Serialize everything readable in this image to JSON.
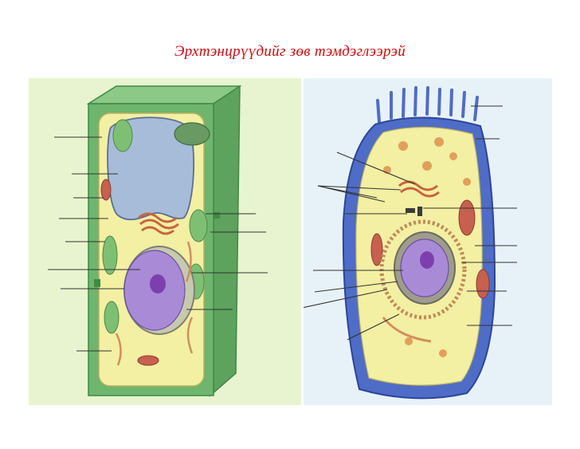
{
  "title": "Эрхтэнцрүүдийг зөв  тэмдэглээрэй",
  "colors": {
    "title": "#cc0a0a",
    "plant_background": "#e8f4cf",
    "animal_background": "#e7f2f8",
    "cell_wall": "#6fb56e",
    "cytoplasm": "#f3efa3",
    "vacuole": "#a7bcd8",
    "chloroplast": "#7fbf74",
    "nucleus": "#a98ad6",
    "mitochondrion": "#c7604f",
    "animal_membrane": "#4f6cc7"
  },
  "diagrams": [
    {
      "name": "plant-cell",
      "label_lines": 12
    },
    {
      "name": "animal-cell",
      "label_lines": 16
    }
  ]
}
